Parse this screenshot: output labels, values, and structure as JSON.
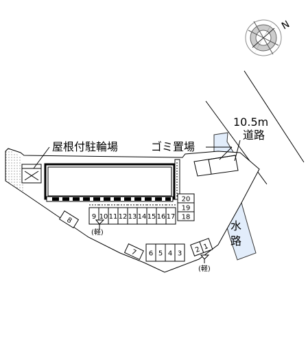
{
  "compass": {
    "label": "N"
  },
  "road": {
    "width": "10.5m",
    "name": "道路"
  },
  "canal": {
    "name": "水路"
  },
  "labels": {
    "bike_shelter": "屋根付駐輪場",
    "garbage": "ゴミ置場",
    "kei_a": "(軽)",
    "kei_b": "(軽)"
  },
  "parking": {
    "row_main": [
      "9",
      "10",
      "11",
      "12",
      "13",
      "14",
      "15",
      "16",
      "17"
    ],
    "side_stack": [
      "20",
      "19",
      "18"
    ],
    "row_bottom": [
      "6",
      "5",
      "4",
      "3"
    ],
    "single_7": "7",
    "single_8": "8",
    "pair_right": [
      "2",
      "1"
    ]
  }
}
